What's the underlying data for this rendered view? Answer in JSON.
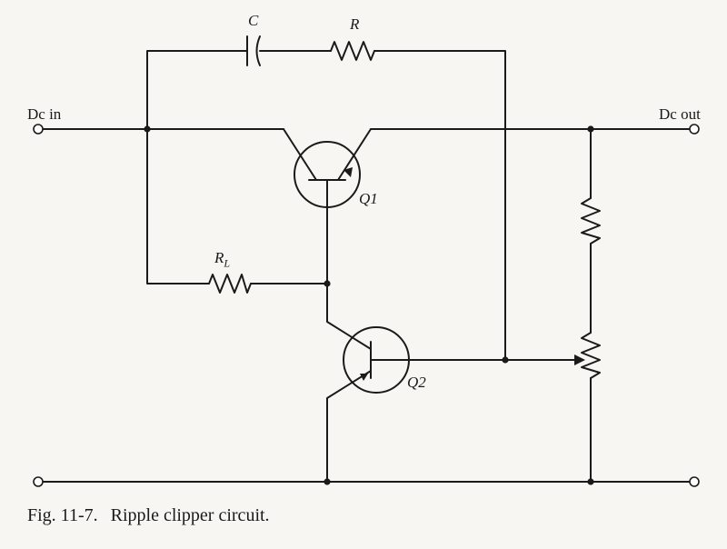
{
  "labels": {
    "dc_in": "Dc in",
    "dc_out": "Dc out",
    "capacitor": "C",
    "resistor": "R",
    "load_resistor": "R",
    "load_resistor_sub": "L",
    "q1": "Q1",
    "q2": "Q2"
  },
  "caption": {
    "figure": "Fig. 11-7.",
    "text": "Ripple clipper circuit."
  }
}
